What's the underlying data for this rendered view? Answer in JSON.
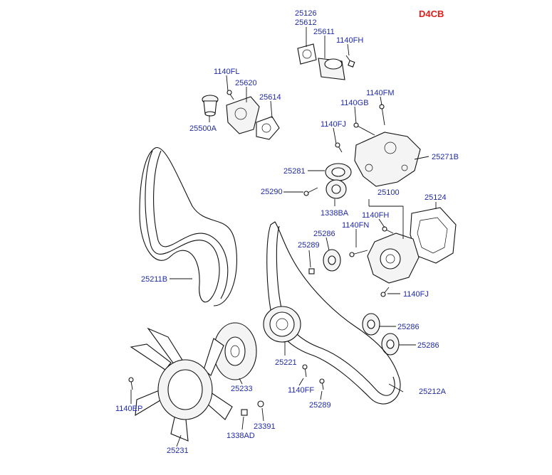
{
  "model_code": "D4CB",
  "labels": {
    "p25126": "25126",
    "p25612": "25612",
    "p25611": "25611",
    "p1140FH_top": "1140FH",
    "p1140FL": "1140FL",
    "p25620": "25620",
    "p25614": "25614",
    "p25500A": "25500A",
    "p1140FM": "1140FM",
    "p1140GB": "1140GB",
    "p1140FJ_top": "1140FJ",
    "p25271B": "25271B",
    "p25281": "25281",
    "p25290": "25290",
    "p1338BA": "1338BA",
    "p25100": "25100",
    "p25124": "25124",
    "p1140FH_mid": "1140FH",
    "p1140FN": "1140FN",
    "p25286_a": "25286",
    "p25289_a": "25289",
    "p25211B": "25211B",
    "p1140FJ_mid": "1140FJ",
    "p25286_b": "25286",
    "p25286_c": "25286",
    "p25221": "25221",
    "p25233": "25233",
    "p1140FF": "1140FF",
    "p25212A": "25212A",
    "p25289_b": "25289",
    "p1140EP": "1140EP",
    "p23391": "23391",
    "p1338AD": "1338AD",
    "p25231": "25231"
  }
}
